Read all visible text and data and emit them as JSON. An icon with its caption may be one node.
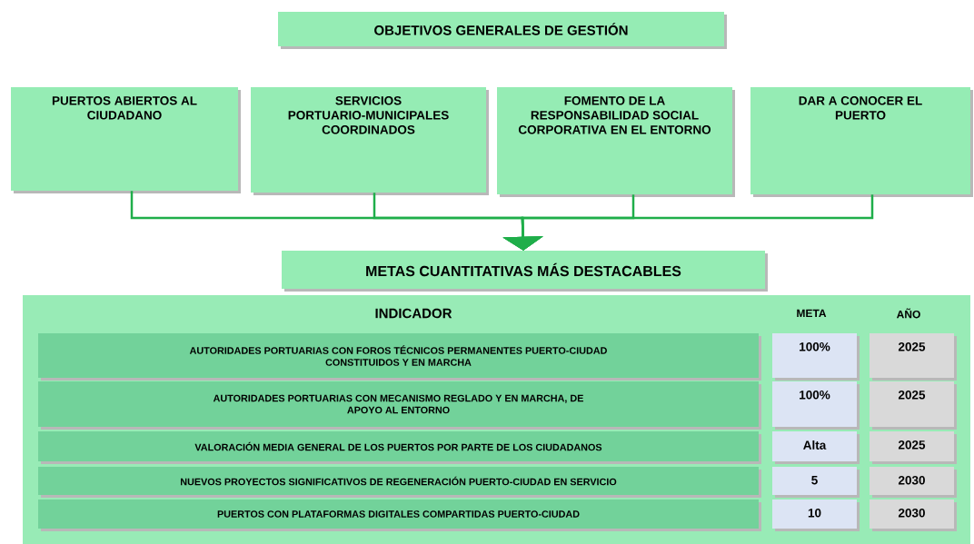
{
  "diagram": {
    "nodes": [
      {
        "text": [
          "OBJETIVOS GENERALES DE GESTIÓN"
        ]
      },
      {
        "text": [
          "PUERTOS ABIERTOS AL CIUDADANO"
        ]
      },
      {
        "text": [
          "SERVICIOS PORTUARIO-MUNICIPALES COORDINADOS"
        ]
      },
      {
        "text": [
          "FOMENTO DE LA RESPONSABILIDAD SOCIAL CORPORATIVA EN EL ENTORNO"
        ]
      },
      {
        "text": [
          "DAR A CONOCER EL PUERTO"
        ]
      },
      {
        "text": [
          "METAS CUANTITATIVAS MÁS DESTACABLES"
        ]
      },
      {
        "text": [],
        "shape": "box"
      },
      {
        "text": [
          "AUTORIDADES PORTUARIAS CON FOROS TÉCNICOS PERMANENTES PUERTO-CIUDAD CONSTITUIDOS Y EN MARCHA"
        ],
        "in": 6
      },
      {
        "text": [
          "100%"
        ],
        "in": 6
      },
      {
        "text": [
          "2025"
        ],
        "in": 6
      },
      {
        "text": [
          "AUTORIDADES PORTUARIAS CON MECANISMO REGLADO Y EN MARCHA, DE APOYO AL ENTORNO"
        ],
        "in": 6
      },
      {
        "text": [
          "100%"
        ],
        "in": 6
      },
      {
        "text": [
          "2025"
        ],
        "in": 6
      },
      {
        "text": [
          "VALORACIÓN MEDIA GENERAL DE LOS PUERTOS POR PARTE DE LOS CIUDADANOS"
        ],
        "in": 6
      },
      {
        "text": [
          "Alta"
        ],
        "in": 6
      },
      {
        "text": [
          "2025"
        ],
        "in": 6
      },
      {
        "text": [
          "NUEVOS PROYECTOS SIGNIFICATIVOS DE REGENERACIÓN PUERTO-CIUDAD EN SERVICIO"
        ],
        "in": 6
      },
      {
        "text": [
          "5"
        ],
        "in": 6
      },
      {
        "text": [
          "2030"
        ],
        "in": 6
      },
      {
        "text": [
          "PUERTOS CON PLATAFORMAS DIGITALES COMPARTIDAS PUERTO-CIUDAD"
        ],
        "in": 6
      },
      {
        "text": [
          "10"
        ],
        "in": 6
      },
      {
        "text": [
          "2030"
        ],
        "in": 6
      }
    ],
    "edges": [
      {
        "from": 1,
        "to": 5,
        "arrow": "to"
      },
      {
        "from": 2,
        "to": 5,
        "arrow": "to"
      },
      {
        "from": 3,
        "to": 5,
        "arrow": "to"
      },
      {
        "from": 4,
        "to": 5,
        "arrow": "to"
      }
    ],
    "labels": [
      "INDICADOR",
      "META",
      "AÑO"
    ]
  }
}
